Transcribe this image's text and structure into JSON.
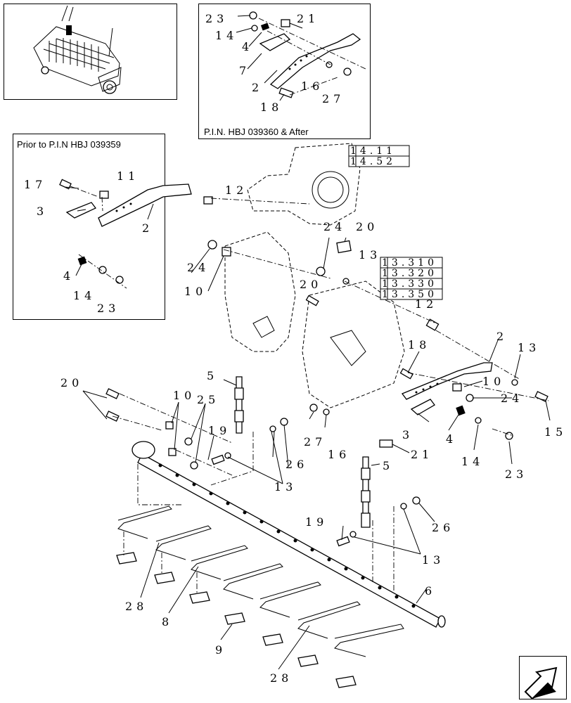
{
  "insets": {
    "machine_overview": {},
    "after_pin": {
      "caption": "P.I.N. HBJ 039360 & After"
    },
    "prior_pin": {
      "caption": "Prior to P.I.N HBJ 039359"
    }
  },
  "reference_boxes": {
    "upper": [
      "14.11",
      "14.52"
    ],
    "lower": [
      "13.310",
      "13.320",
      "13.330",
      "13.350"
    ]
  },
  "callouts": {
    "after_23": "23",
    "after_21": "21",
    "after_14": "14",
    "after_4": "4",
    "after_7": "7",
    "after_2": "2",
    "after_16": "16",
    "after_27": "27",
    "after_18": "18",
    "prior_17": "17",
    "prior_11": "11",
    "prior_3": "3",
    "prior_2": "2",
    "prior_4": "4",
    "prior_14": "14",
    "prior_23": "23",
    "main_12a": "12",
    "main_24a": "24",
    "main_20a": "20",
    "main_13a": "13",
    "main_24b": "24",
    "main_10a": "10",
    "main_20b": "20",
    "main_12b": "12",
    "main_18": "18",
    "main_2": "2",
    "main_13b": "13",
    "main_10b": "10",
    "main_24c": "24",
    "main_15": "15",
    "main_3": "3",
    "main_4": "4",
    "main_14": "14",
    "main_23": "23",
    "main_21": "21",
    "main_5a": "5",
    "main_20c": "20",
    "main_10c": "10",
    "main_25": "25",
    "main_19a": "19",
    "main_27": "27",
    "main_16": "16",
    "main_26a": "26",
    "main_13c": "13",
    "main_5b": "5",
    "main_19b": "19",
    "main_26b": "26",
    "main_13d": "13",
    "main_6": "6",
    "main_28a": "28",
    "main_8": "8",
    "main_9": "9",
    "main_28b": "28"
  }
}
